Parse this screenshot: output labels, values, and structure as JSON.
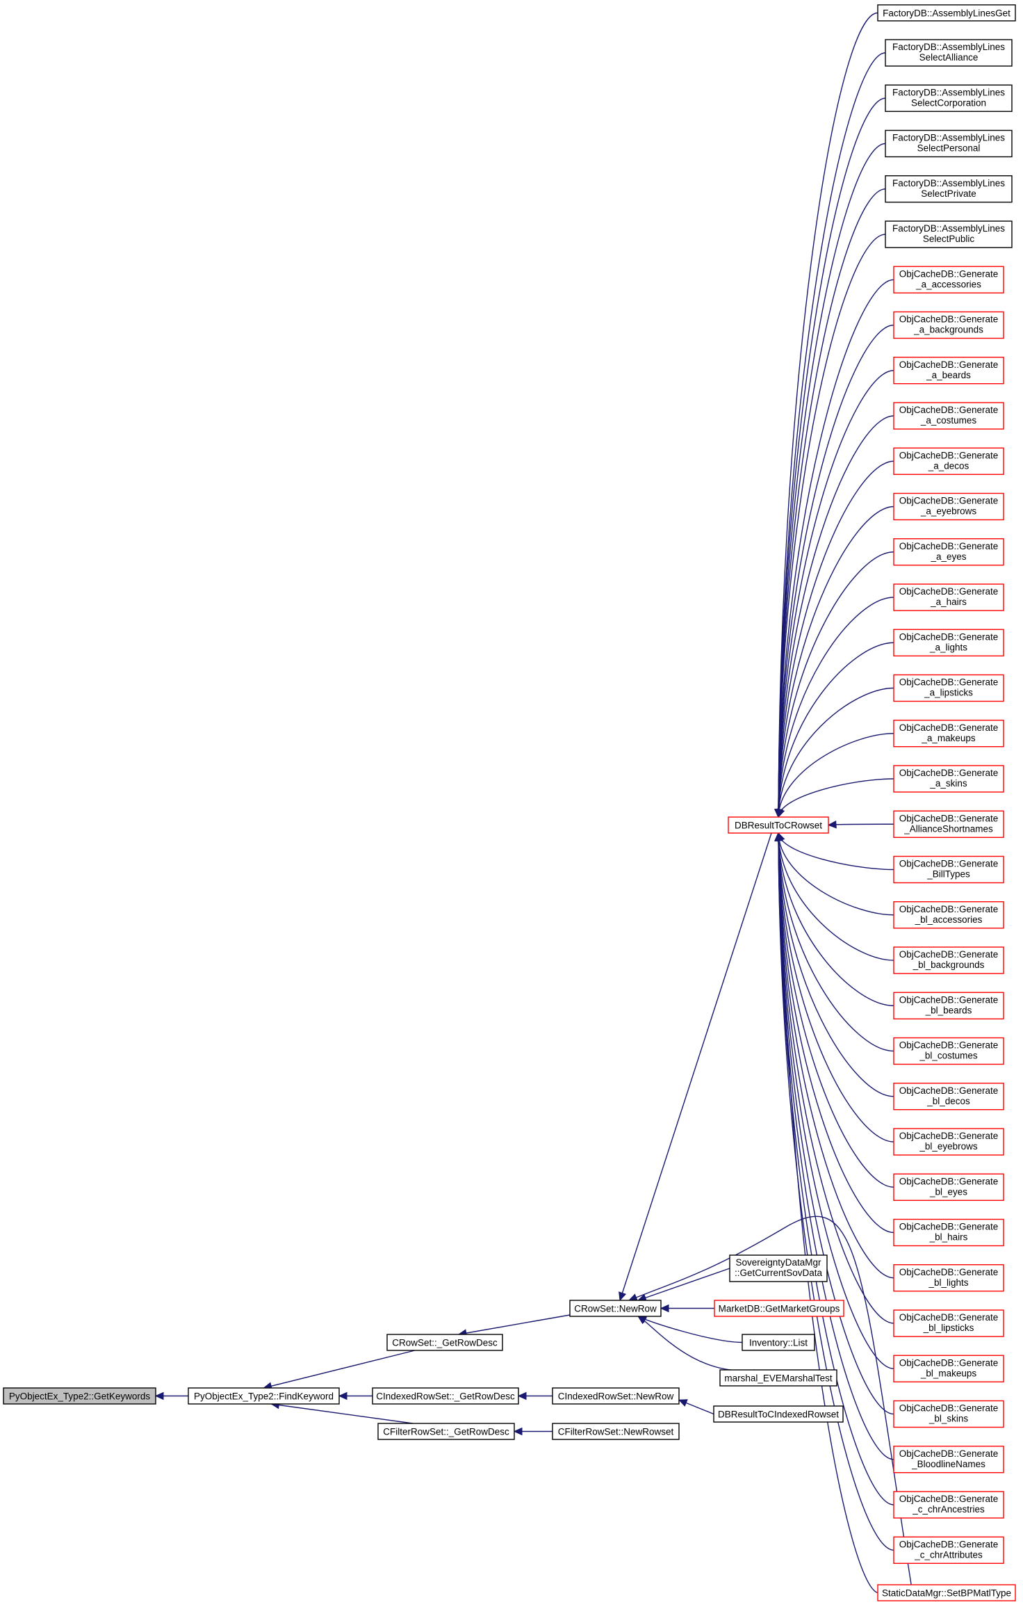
{
  "diagram": {
    "type": "call-graph",
    "colors": {
      "edge": "#191970",
      "node_border_normal": "#000000",
      "node_border_truncated": "#ff0000",
      "node_fill_focus": "#bfbfbf",
      "node_fill": "#ffffff"
    },
    "nodes": [
      {
        "id": "root",
        "lines": [
          "PyObjectEx_Type2::GetKeywords"
        ],
        "style": "focus"
      },
      {
        "id": "findkw",
        "lines": [
          "PyObjectEx_Type2::FindKeyword"
        ],
        "style": "normal"
      },
      {
        "id": "crs_grd",
        "lines": [
          "CRowSet::_GetRowDesc"
        ],
        "style": "normal"
      },
      {
        "id": "cirs_grd",
        "lines": [
          "CIndexedRowSet::_GetRowDesc"
        ],
        "style": "normal"
      },
      {
        "id": "cfrs_grd",
        "lines": [
          "CFilterRowSet::_GetRowDesc"
        ],
        "style": "normal"
      },
      {
        "id": "crs_nr",
        "lines": [
          "CRowSet::NewRow"
        ],
        "style": "normal"
      },
      {
        "id": "cirs_nr",
        "lines": [
          "CIndexedRowSet::NewRow"
        ],
        "style": "normal"
      },
      {
        "id": "cfrs_nrs",
        "lines": [
          "CFilterRowSet::NewRowset"
        ],
        "style": "normal"
      },
      {
        "id": "dbr2crs",
        "lines": [
          "DBResultToCRowset"
        ],
        "style": "truncated"
      },
      {
        "id": "sov",
        "lines": [
          "SovereigntyDataMgr",
          "::GetCurrentSovData"
        ],
        "style": "normal"
      },
      {
        "id": "mkt",
        "lines": [
          "MarketDB::GetMarketGroups"
        ],
        "style": "truncated"
      },
      {
        "id": "inv",
        "lines": [
          "Inventory::List"
        ],
        "style": "normal"
      },
      {
        "id": "marshal",
        "lines": [
          "marshal_EVEMarshalTest"
        ],
        "style": "normal"
      },
      {
        "id": "dbr2cir",
        "lines": [
          "DBResultToCIndexedRowset"
        ],
        "style": "normal"
      },
      {
        "id": "fac_get",
        "lines": [
          "FactoryDB::AssemblyLinesGet"
        ],
        "style": "normal"
      },
      {
        "id": "fac_all",
        "lines": [
          "FactoryDB::AssemblyLines",
          "SelectAlliance"
        ],
        "style": "normal"
      },
      {
        "id": "fac_corp",
        "lines": [
          "FactoryDB::AssemblyLines",
          "SelectCorporation"
        ],
        "style": "normal"
      },
      {
        "id": "fac_pers",
        "lines": [
          "FactoryDB::AssemblyLines",
          "SelectPersonal"
        ],
        "style": "normal"
      },
      {
        "id": "fac_priv",
        "lines": [
          "FactoryDB::AssemblyLines",
          "SelectPrivate"
        ],
        "style": "normal"
      },
      {
        "id": "fac_pub",
        "lines": [
          "FactoryDB::AssemblyLines",
          "SelectPublic"
        ],
        "style": "normal"
      },
      {
        "id": "g_a_acc",
        "lines": [
          "ObjCacheDB::Generate",
          "_a_accessories"
        ],
        "style": "truncated"
      },
      {
        "id": "g_a_bg",
        "lines": [
          "ObjCacheDB::Generate",
          "_a_backgrounds"
        ],
        "style": "truncated"
      },
      {
        "id": "g_a_beards",
        "lines": [
          "ObjCacheDB::Generate",
          "_a_beards"
        ],
        "style": "truncated"
      },
      {
        "id": "g_a_cost",
        "lines": [
          "ObjCacheDB::Generate",
          "_a_costumes"
        ],
        "style": "truncated"
      },
      {
        "id": "g_a_decos",
        "lines": [
          "ObjCacheDB::Generate",
          "_a_decos"
        ],
        "style": "truncated"
      },
      {
        "id": "g_a_brows",
        "lines": [
          "ObjCacheDB::Generate",
          "_a_eyebrows"
        ],
        "style": "truncated"
      },
      {
        "id": "g_a_eyes",
        "lines": [
          "ObjCacheDB::Generate",
          "_a_eyes"
        ],
        "style": "truncated"
      },
      {
        "id": "g_a_hairs",
        "lines": [
          "ObjCacheDB::Generate",
          "_a_hairs"
        ],
        "style": "truncated"
      },
      {
        "id": "g_a_lights",
        "lines": [
          "ObjCacheDB::Generate",
          "_a_lights"
        ],
        "style": "truncated"
      },
      {
        "id": "g_a_lips",
        "lines": [
          "ObjCacheDB::Generate",
          "_a_lipsticks"
        ],
        "style": "truncated"
      },
      {
        "id": "g_a_makeups",
        "lines": [
          "ObjCacheDB::Generate",
          "_a_makeups"
        ],
        "style": "truncated"
      },
      {
        "id": "g_a_skins",
        "lines": [
          "ObjCacheDB::Generate",
          "_a_skins"
        ],
        "style": "truncated"
      },
      {
        "id": "g_ally",
        "lines": [
          "ObjCacheDB::Generate",
          "_AllianceShortnames"
        ],
        "style": "truncated"
      },
      {
        "id": "g_bill",
        "lines": [
          "ObjCacheDB::Generate",
          "_BillTypes"
        ],
        "style": "truncated"
      },
      {
        "id": "g_bl_acc",
        "lines": [
          "ObjCacheDB::Generate",
          "_bl_accessories"
        ],
        "style": "truncated"
      },
      {
        "id": "g_bl_bg",
        "lines": [
          "ObjCacheDB::Generate",
          "_bl_backgrounds"
        ],
        "style": "truncated"
      },
      {
        "id": "g_bl_beards",
        "lines": [
          "ObjCacheDB::Generate",
          "_bl_beards"
        ],
        "style": "truncated"
      },
      {
        "id": "g_bl_cost",
        "lines": [
          "ObjCacheDB::Generate",
          "_bl_costumes"
        ],
        "style": "truncated"
      },
      {
        "id": "g_bl_decos",
        "lines": [
          "ObjCacheDB::Generate",
          "_bl_decos"
        ],
        "style": "truncated"
      },
      {
        "id": "g_bl_brows",
        "lines": [
          "ObjCacheDB::Generate",
          "_bl_eyebrows"
        ],
        "style": "truncated"
      },
      {
        "id": "g_bl_eyes",
        "lines": [
          "ObjCacheDB::Generate",
          "_bl_eyes"
        ],
        "style": "truncated"
      },
      {
        "id": "g_bl_hairs",
        "lines": [
          "ObjCacheDB::Generate",
          "_bl_hairs"
        ],
        "style": "truncated"
      },
      {
        "id": "g_bl_lights",
        "lines": [
          "ObjCacheDB::Generate",
          "_bl_lights"
        ],
        "style": "truncated"
      },
      {
        "id": "g_bl_lips",
        "lines": [
          "ObjCacheDB::Generate",
          "_bl_lipsticks"
        ],
        "style": "truncated"
      },
      {
        "id": "g_bl_makeups",
        "lines": [
          "ObjCacheDB::Generate",
          "_bl_makeups"
        ],
        "style": "truncated"
      },
      {
        "id": "g_bl_skins",
        "lines": [
          "ObjCacheDB::Generate",
          "_bl_skins"
        ],
        "style": "truncated"
      },
      {
        "id": "g_bloodline",
        "lines": [
          "ObjCacheDB::Generate",
          "_BloodlineNames"
        ],
        "style": "truncated"
      },
      {
        "id": "g_c_anc",
        "lines": [
          "ObjCacheDB::Generate",
          "_c_chrAncestries"
        ],
        "style": "truncated"
      },
      {
        "id": "g_c_attr",
        "lines": [
          "ObjCacheDB::Generate",
          "_c_chrAttributes"
        ],
        "style": "truncated"
      },
      {
        "id": "static_bp",
        "lines": [
          "StaticDataMgr::SetBPMatlType"
        ],
        "style": "truncated"
      }
    ],
    "edges": [
      [
        "findkw",
        "root"
      ],
      [
        "crs_grd",
        "findkw"
      ],
      [
        "cirs_grd",
        "findkw"
      ],
      [
        "cfrs_grd",
        "findkw"
      ],
      [
        "crs_nr",
        "crs_grd"
      ],
      [
        "cirs_nr",
        "cirs_grd"
      ],
      [
        "cfrs_nrs",
        "cfrs_grd"
      ],
      [
        "dbr2crs",
        "crs_nr"
      ],
      [
        "sov",
        "crs_nr"
      ],
      [
        "mkt",
        "crs_nr"
      ],
      [
        "inv",
        "crs_nr"
      ],
      [
        "marshal",
        "crs_nr"
      ],
      [
        "static_bp",
        "crs_nr"
      ],
      [
        "dbr2cir",
        "cirs_nr"
      ],
      [
        "fac_get",
        "dbr2crs"
      ],
      [
        "fac_all",
        "dbr2crs"
      ],
      [
        "fac_corp",
        "dbr2crs"
      ],
      [
        "fac_pers",
        "dbr2crs"
      ],
      [
        "fac_priv",
        "dbr2crs"
      ],
      [
        "fac_pub",
        "dbr2crs"
      ],
      [
        "g_a_acc",
        "dbr2crs"
      ],
      [
        "g_a_bg",
        "dbr2crs"
      ],
      [
        "g_a_beards",
        "dbr2crs"
      ],
      [
        "g_a_cost",
        "dbr2crs"
      ],
      [
        "g_a_decos",
        "dbr2crs"
      ],
      [
        "g_a_brows",
        "dbr2crs"
      ],
      [
        "g_a_eyes",
        "dbr2crs"
      ],
      [
        "g_a_hairs",
        "dbr2crs"
      ],
      [
        "g_a_lights",
        "dbr2crs"
      ],
      [
        "g_a_lips",
        "dbr2crs"
      ],
      [
        "g_a_makeups",
        "dbr2crs"
      ],
      [
        "g_a_skins",
        "dbr2crs"
      ],
      [
        "g_ally",
        "dbr2crs"
      ],
      [
        "g_bill",
        "dbr2crs"
      ],
      [
        "g_bl_acc",
        "dbr2crs"
      ],
      [
        "g_bl_bg",
        "dbr2crs"
      ],
      [
        "g_bl_beards",
        "dbr2crs"
      ],
      [
        "g_bl_cost",
        "dbr2crs"
      ],
      [
        "g_bl_decos",
        "dbr2crs"
      ],
      [
        "g_bl_brows",
        "dbr2crs"
      ],
      [
        "g_bl_eyes",
        "dbr2crs"
      ],
      [
        "g_bl_hairs",
        "dbr2crs"
      ],
      [
        "g_bl_lights",
        "dbr2crs"
      ],
      [
        "g_bl_lips",
        "dbr2crs"
      ],
      [
        "g_bl_makeups",
        "dbr2crs"
      ],
      [
        "g_bl_skins",
        "dbr2crs"
      ],
      [
        "g_bloodline",
        "dbr2crs"
      ],
      [
        "g_c_anc",
        "dbr2crs"
      ],
      [
        "g_c_attr",
        "dbr2crs"
      ],
      [
        "static_bp",
        "dbr2crs"
      ]
    ]
  }
}
